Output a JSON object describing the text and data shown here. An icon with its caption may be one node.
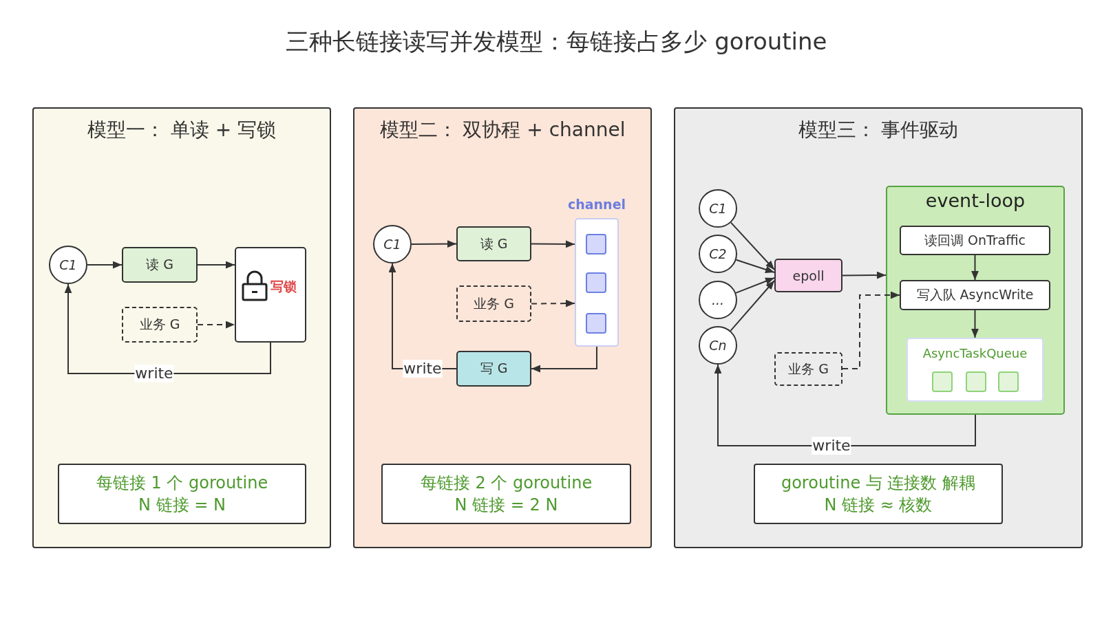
{
  "diagram": {
    "title": "三种长链接读写并发模型：每链接占多少 goroutine",
    "nodes": [
      {
        "text": [
          "模型一： 单读 + 写锁"
        ]
      },
      {
        "text": [
          "C1"
        ],
        "in": 0
      },
      {
        "text": [
          "读 G"
        ],
        "in": 0
      },
      {
        "text": [
          "写锁"
        ],
        "in": 0
      },
      {
        "text": [
          "业务 G"
        ],
        "in": 0
      },
      {
        "text": [
          "每链接 1 个 goroutine N 链接 = N"
        ],
        "in": 0
      },
      {
        "text": [
          "模型二： 双协程 + channel"
        ]
      },
      {
        "text": [
          "C1"
        ],
        "in": 6
      },
      {
        "text": [
          "读 G"
        ],
        "in": 6
      },
      {
        "text": [
          "channel"
        ],
        "in": 6
      },
      {
        "text": [],
        "shape": "box",
        "in": 9
      },
      {
        "text": [],
        "shape": "box",
        "in": 9
      },
      {
        "text": [],
        "shape": "box",
        "in": 9
      },
      {
        "text": [
          "业务 G"
        ],
        "in": 6
      },
      {
        "text": [
          "写 G"
        ],
        "in": 6
      },
      {
        "text": [
          "每链接 2 个 goroutine N 链接 = 2 N"
        ],
        "in": 6
      },
      {
        "text": [
          "模型三： 事件驱动"
        ]
      },
      {
        "text": [
          "C1"
        ],
        "in": 16
      },
      {
        "text": [
          "C2"
        ],
        "in": 16
      },
      {
        "text": [
          "..."
        ],
        "in": 16
      },
      {
        "text": [
          "Cn"
        ],
        "in": 16
      },
      {
        "text": [
          "epoll"
        ],
        "in": 16
      },
      {
        "text": [
          "event-loop"
        ],
        "in": 16
      },
      {
        "text": [
          "读回调 OnTraffic"
        ],
        "in": 22
      },
      {
        "text": [
          "写入队 AsyncWrite"
        ],
        "in": 22
      },
      {
        "text": [
          "AsyncTaskQueue"
        ],
        "in": 22
      },
      {
        "text": [],
        "shape": "box",
        "in": 25
      },
      {
        "text": [],
        "shape": "box",
        "in": 25
      },
      {
        "text": [],
        "shape": "box",
        "in": 25
      },
      {
        "text": [
          "业务 G"
        ],
        "in": 16
      },
      {
        "text": [
          "goroutine 与 连接数 解耦 N 链接 ≈ 核数"
        ],
        "in": 16
      }
    ],
    "edges": [
      {
        "from": 1,
        "to": 2,
        "arrow": "to"
      },
      {
        "from": 2,
        "to": 3,
        "arrow": "to"
      },
      {
        "from": 4,
        "to": 3,
        "arrow": "to",
        "style": "dashed"
      },
      {
        "from": 3,
        "to": 1,
        "arrow": "to",
        "label": "write"
      },
      {
        "from": 7,
        "to": 8,
        "arrow": "to"
      },
      {
        "from": 8,
        "to": 9,
        "arrow": "to"
      },
      {
        "from": 13,
        "to": 9,
        "arrow": "to",
        "style": "dashed"
      },
      {
        "from": 9,
        "to": 14,
        "arrow": "to"
      },
      {
        "from": 14,
        "to": 7,
        "arrow": "to",
        "label": "write"
      },
      {
        "from": 17,
        "to": 21,
        "arrow": "to"
      },
      {
        "from": 18,
        "to": 21,
        "arrow": "to"
      },
      {
        "from": 19,
        "to": 21,
        "arrow": "to"
      },
      {
        "from": 20,
        "to": 21,
        "arrow": "to"
      },
      {
        "from": 21,
        "to": 22,
        "arrow": "to"
      },
      {
        "from": 29,
        "to": 24,
        "arrow": "to",
        "style": "dashed"
      },
      {
        "from": 23,
        "to": 24,
        "arrow": "to"
      },
      {
        "from": 24,
        "to": 25,
        "arrow": "to"
      },
      {
        "from": 22,
        "to": 20,
        "arrow": "to",
        "label": "write"
      }
    ]
  }
}
